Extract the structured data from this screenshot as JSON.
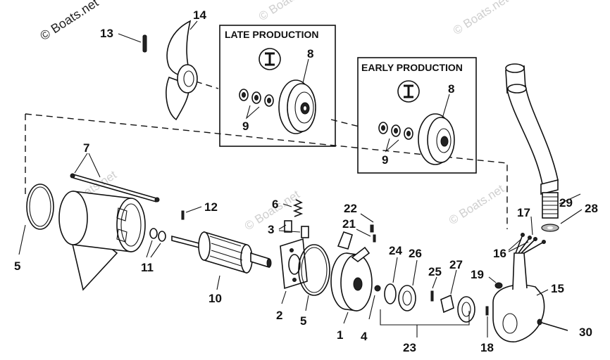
{
  "watermarks": {
    "primary": "© Boats.net",
    "faint": "© Boats.net"
  },
  "boxes": {
    "late": "LATE PRODUCTION",
    "early": "EARLY PRODUCTION"
  },
  "callouts": {
    "c1": "1",
    "c2": "2",
    "c3": "3",
    "c4": "4",
    "c5a": "5",
    "c5b": "5",
    "c6": "6",
    "c7": "7",
    "c8a": "8",
    "c8b": "8",
    "c9a": "9",
    "c9b": "9",
    "c10": "10",
    "c11": "11",
    "c12": "12",
    "c13": "13",
    "c14": "14",
    "c15": "15",
    "c16": "16",
    "c17": "17",
    "c18": "18",
    "c19": "19",
    "c21": "21",
    "c22": "22",
    "c23": "23",
    "c24": "24",
    "c25": "25",
    "c26": "26",
    "c27": "27",
    "c28": "28",
    "c29": "29",
    "c30": "30"
  }
}
